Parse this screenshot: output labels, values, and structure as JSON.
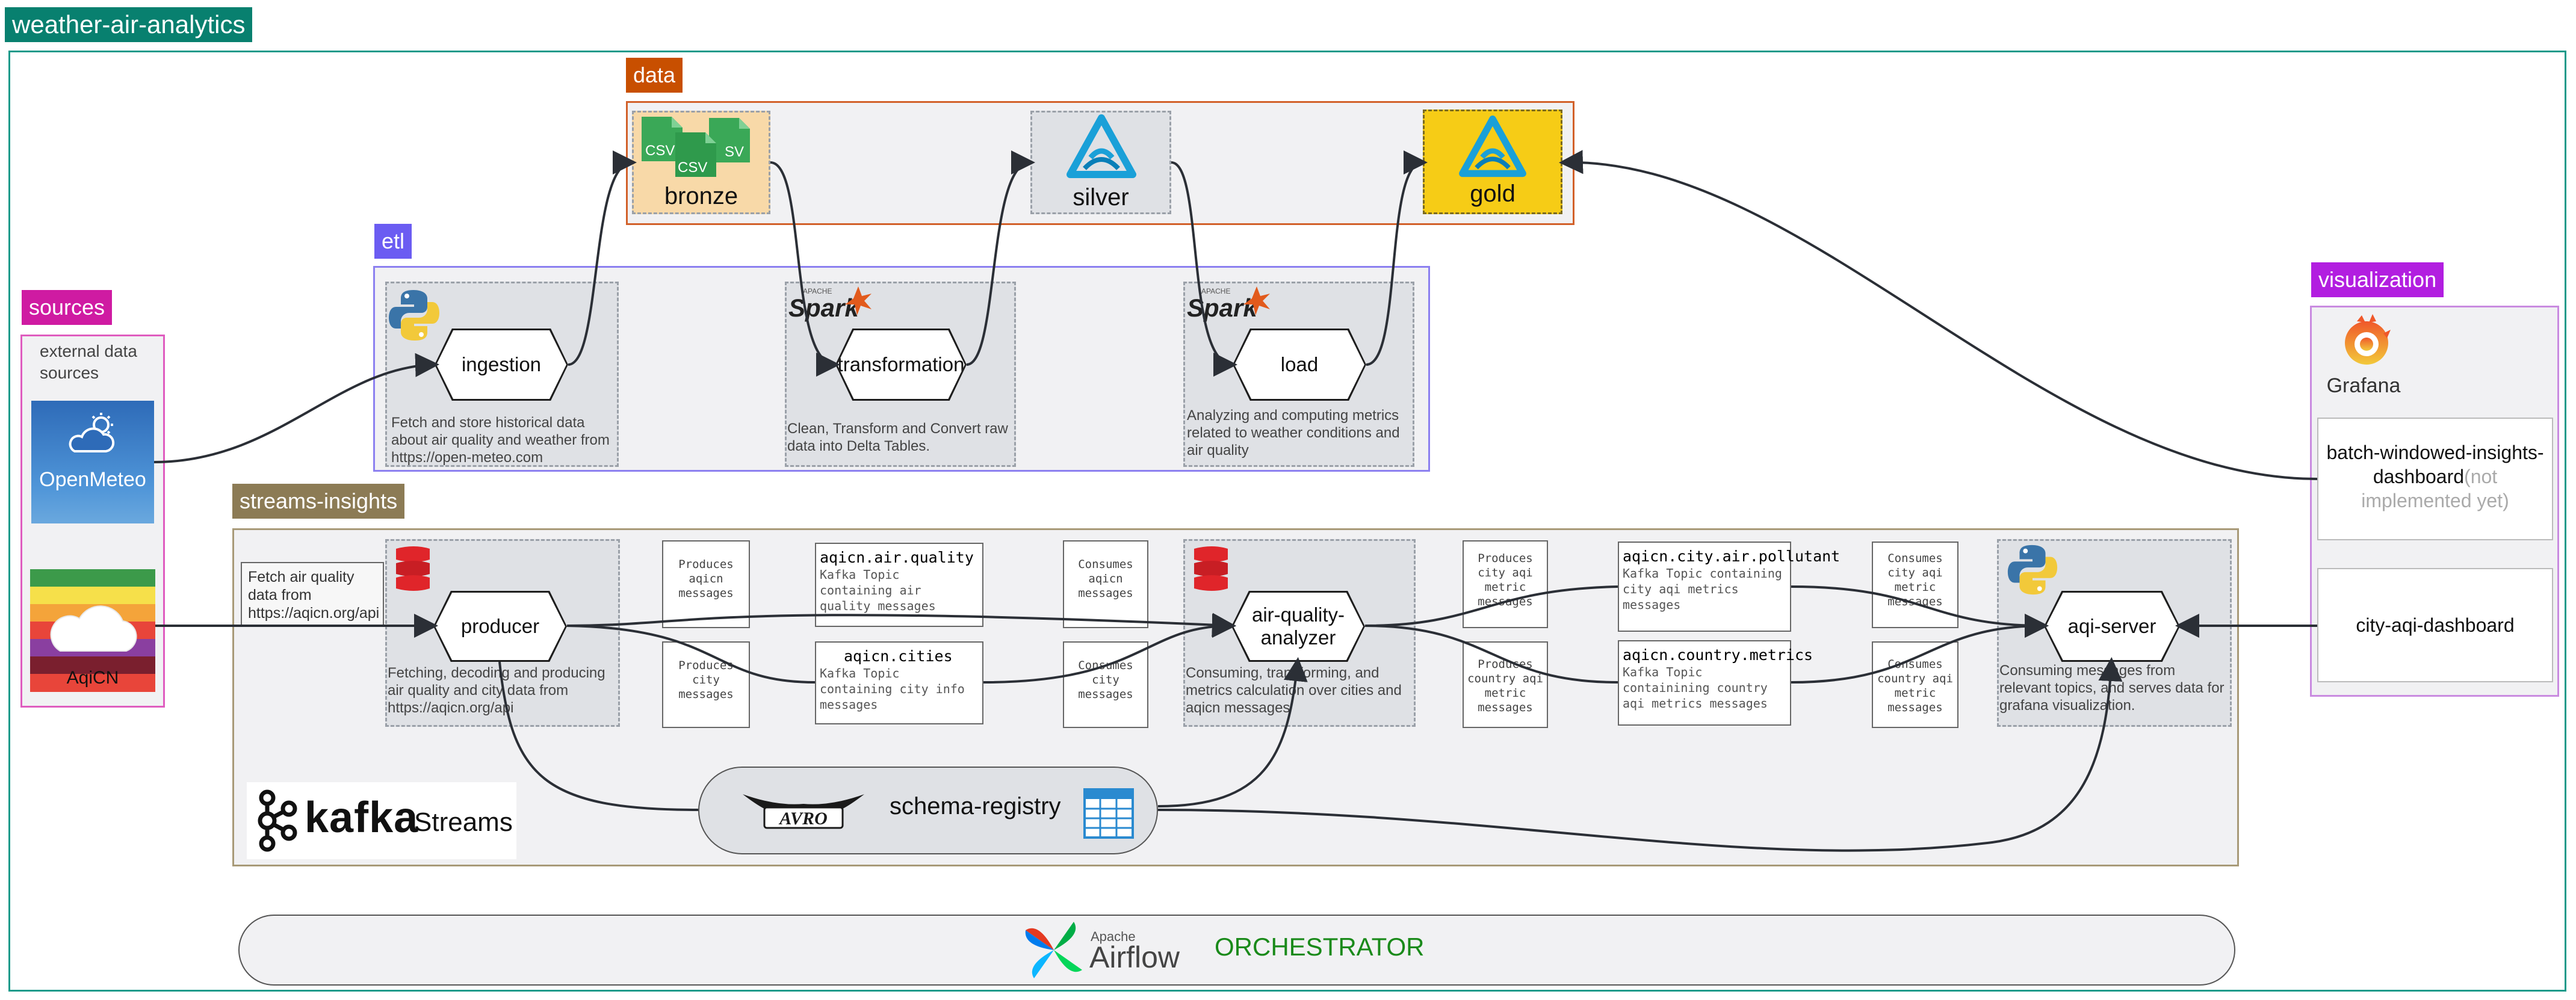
{
  "title": "weather-air-analytics",
  "groups": {
    "data": "data",
    "etl": "etl",
    "sources": "sources",
    "visualization": "visualization",
    "streams": "streams-insights"
  },
  "sources": {
    "heading": "external data sources",
    "openmeteo": "OpenMeteo",
    "aqicn": "AqiCN"
  },
  "data_layers": {
    "bronze": "bronze",
    "silver": "silver",
    "gold": "gold",
    "csv": "CSV"
  },
  "etl": {
    "ingestion": {
      "label": "ingestion",
      "desc": "Fetch and store historical data about air quality and weather from https://open-meteo.com"
    },
    "transformation": {
      "label": "transformation",
      "desc": "Clean, Transform and Convert raw data into Delta Tables."
    },
    "load": {
      "label": "load",
      "desc": "Analyzing and computing metrics related to weather conditions and air quality"
    },
    "spark_apache": "APACHE",
    "spark_word": "Spark"
  },
  "streams": {
    "fetch_note": "Fetch air quality data from https://aqicn.org/api",
    "producer": {
      "label": "producer",
      "desc": "Fetching, decoding and producing air quality and city data from https://aqicn.org/api"
    },
    "produces_aqicn": "Produces aqicn messages",
    "produces_city": "Produces city messages",
    "topic_air_quality": {
      "title": "aqicn.air.quality",
      "desc": "Kafka Topic containing air quality messages"
    },
    "topic_cities": {
      "title": "aqicn.cities",
      "desc": "Kafka Topic containing city info messages"
    },
    "consumes_aqicn": "Consumes aqicn messages",
    "consumes_city": "Consumes city messages",
    "analyzer": {
      "label": "air-quality-analyzer",
      "desc": "Consuming, transforming, and metrics calculation over cities and aqicn messages"
    },
    "produces_city_metric": "Produces city aqi metric messages",
    "produces_country_metric": "Produces country aqi metric messages",
    "topic_city_pollutant": {
      "title": "aqicn.city.air.pollutant",
      "desc": "Kafka Topic containing city aqi metrics messages"
    },
    "topic_country_metrics": {
      "title": "aqicn.country.metrics",
      "desc": "Kafka Topic containining country aqi metrics messages"
    },
    "consumes_city_metric": "Consumes city aqi metric messages",
    "consumes_country_metric": "Consumes country aqi metric messages",
    "aqi_server": {
      "label": "aqi-server",
      "desc": "Consuming messages from relevant topics, and serves data for grafana visualization."
    },
    "schema_registry": "schema-registry",
    "avro": "AVRO",
    "kafka": "kafka",
    "kafka_streams": "Streams"
  },
  "visualization": {
    "grafana": "Grafana",
    "batch_dashboard": "batch-windowed-insights-dashboard",
    "batch_note": "(not implemented yet)",
    "city_dashboard": "city-aqi-dashboard"
  },
  "orchestrator": {
    "apache": "Apache",
    "airflow": "Airflow",
    "label": "ORCHESTRATOR"
  },
  "colors": {
    "title_tag": "#08806f",
    "data_tag": "#c84f00",
    "etl_tag": "#6b5cf2",
    "sources_tag": "#cf1ba2",
    "viz_tag": "#b21ee0",
    "streams_tag": "#8c7b55",
    "orchestrator_text": "#1a8a1a",
    "gold_fill": "#f6cc16",
    "bronze_fill": "#f8d9a8",
    "kafka_red": "#e0252a"
  },
  "icons": [
    "python-icon",
    "spark-icon",
    "scala-icon",
    "delta-icon",
    "csv-icon",
    "weather-icon",
    "cloud-icon",
    "grafana-icon",
    "avro-icon",
    "table-icon",
    "kafka-icon",
    "airflow-icon"
  ]
}
